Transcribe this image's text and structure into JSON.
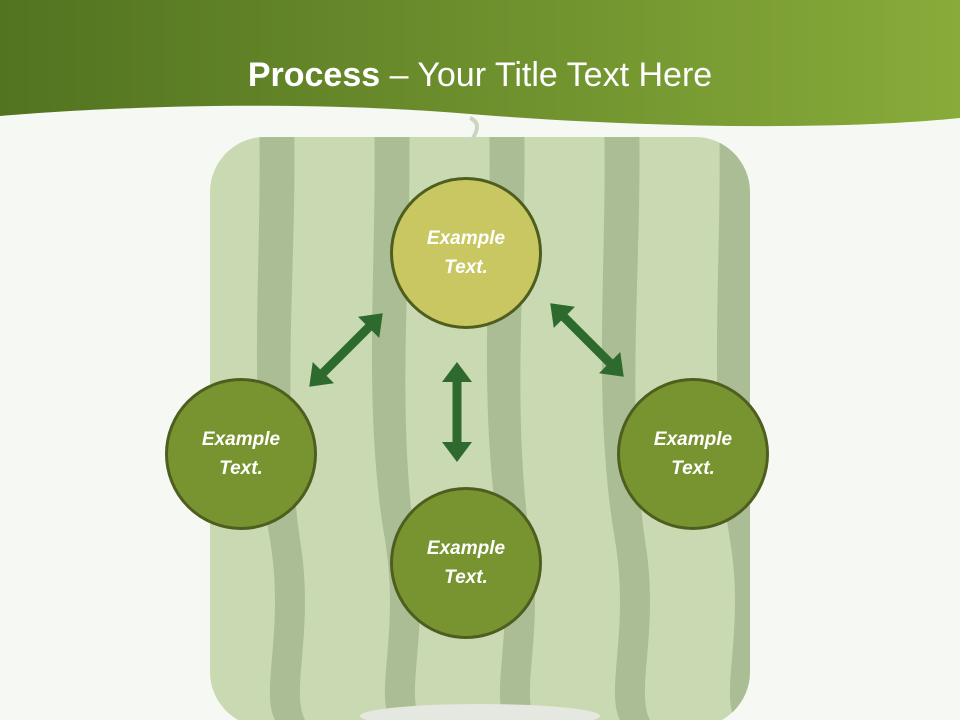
{
  "title": {
    "bold": "Process",
    "rest": " – Your Title Text Here"
  },
  "nodes": {
    "top": "Example Text.",
    "left": "Example Text.",
    "right": "Example Text.",
    "bottom": "Example Text."
  },
  "colors": {
    "header_dark": "#5b7a22",
    "header_light": "#88ab3a",
    "node_highlight": "#c9c761",
    "node": "#789431",
    "node_border": "#4f5e1f",
    "arrow": "#2e6a2e"
  },
  "icons": [
    "double-arrow-icon"
  ]
}
